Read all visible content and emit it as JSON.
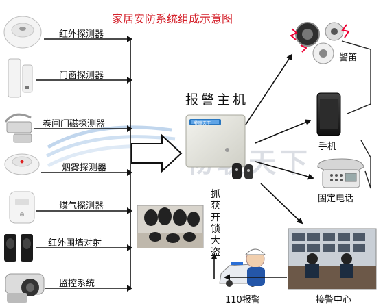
{
  "title": "家居安防系统组成示意图",
  "host": {
    "label": "报警主机",
    "brand": "物联天下"
  },
  "watermark": "物联天下",
  "detectors": [
    {
      "key": "infrared",
      "label": "红外探测器"
    },
    {
      "key": "door-window",
      "label": "门窗探测器"
    },
    {
      "key": "rolling-door",
      "label": "卷闸门磁探测器"
    },
    {
      "key": "smoke",
      "label": "烟雾探测器"
    },
    {
      "key": "gas",
      "label": "煤气探测器"
    },
    {
      "key": "infrared-beam",
      "label": "红外围墙对射"
    },
    {
      "key": "monitoring",
      "label": "监控系统"
    }
  ],
  "outputs": {
    "siren": "警笛",
    "mobile": "手机",
    "landline": "固定电话",
    "center": "接警中心",
    "police": "110报警",
    "unlock_vertical": "抓获开锁大盗"
  },
  "colors": {
    "title": "#d4202a",
    "arrow": "#111111",
    "accent": "#1b74c5"
  }
}
